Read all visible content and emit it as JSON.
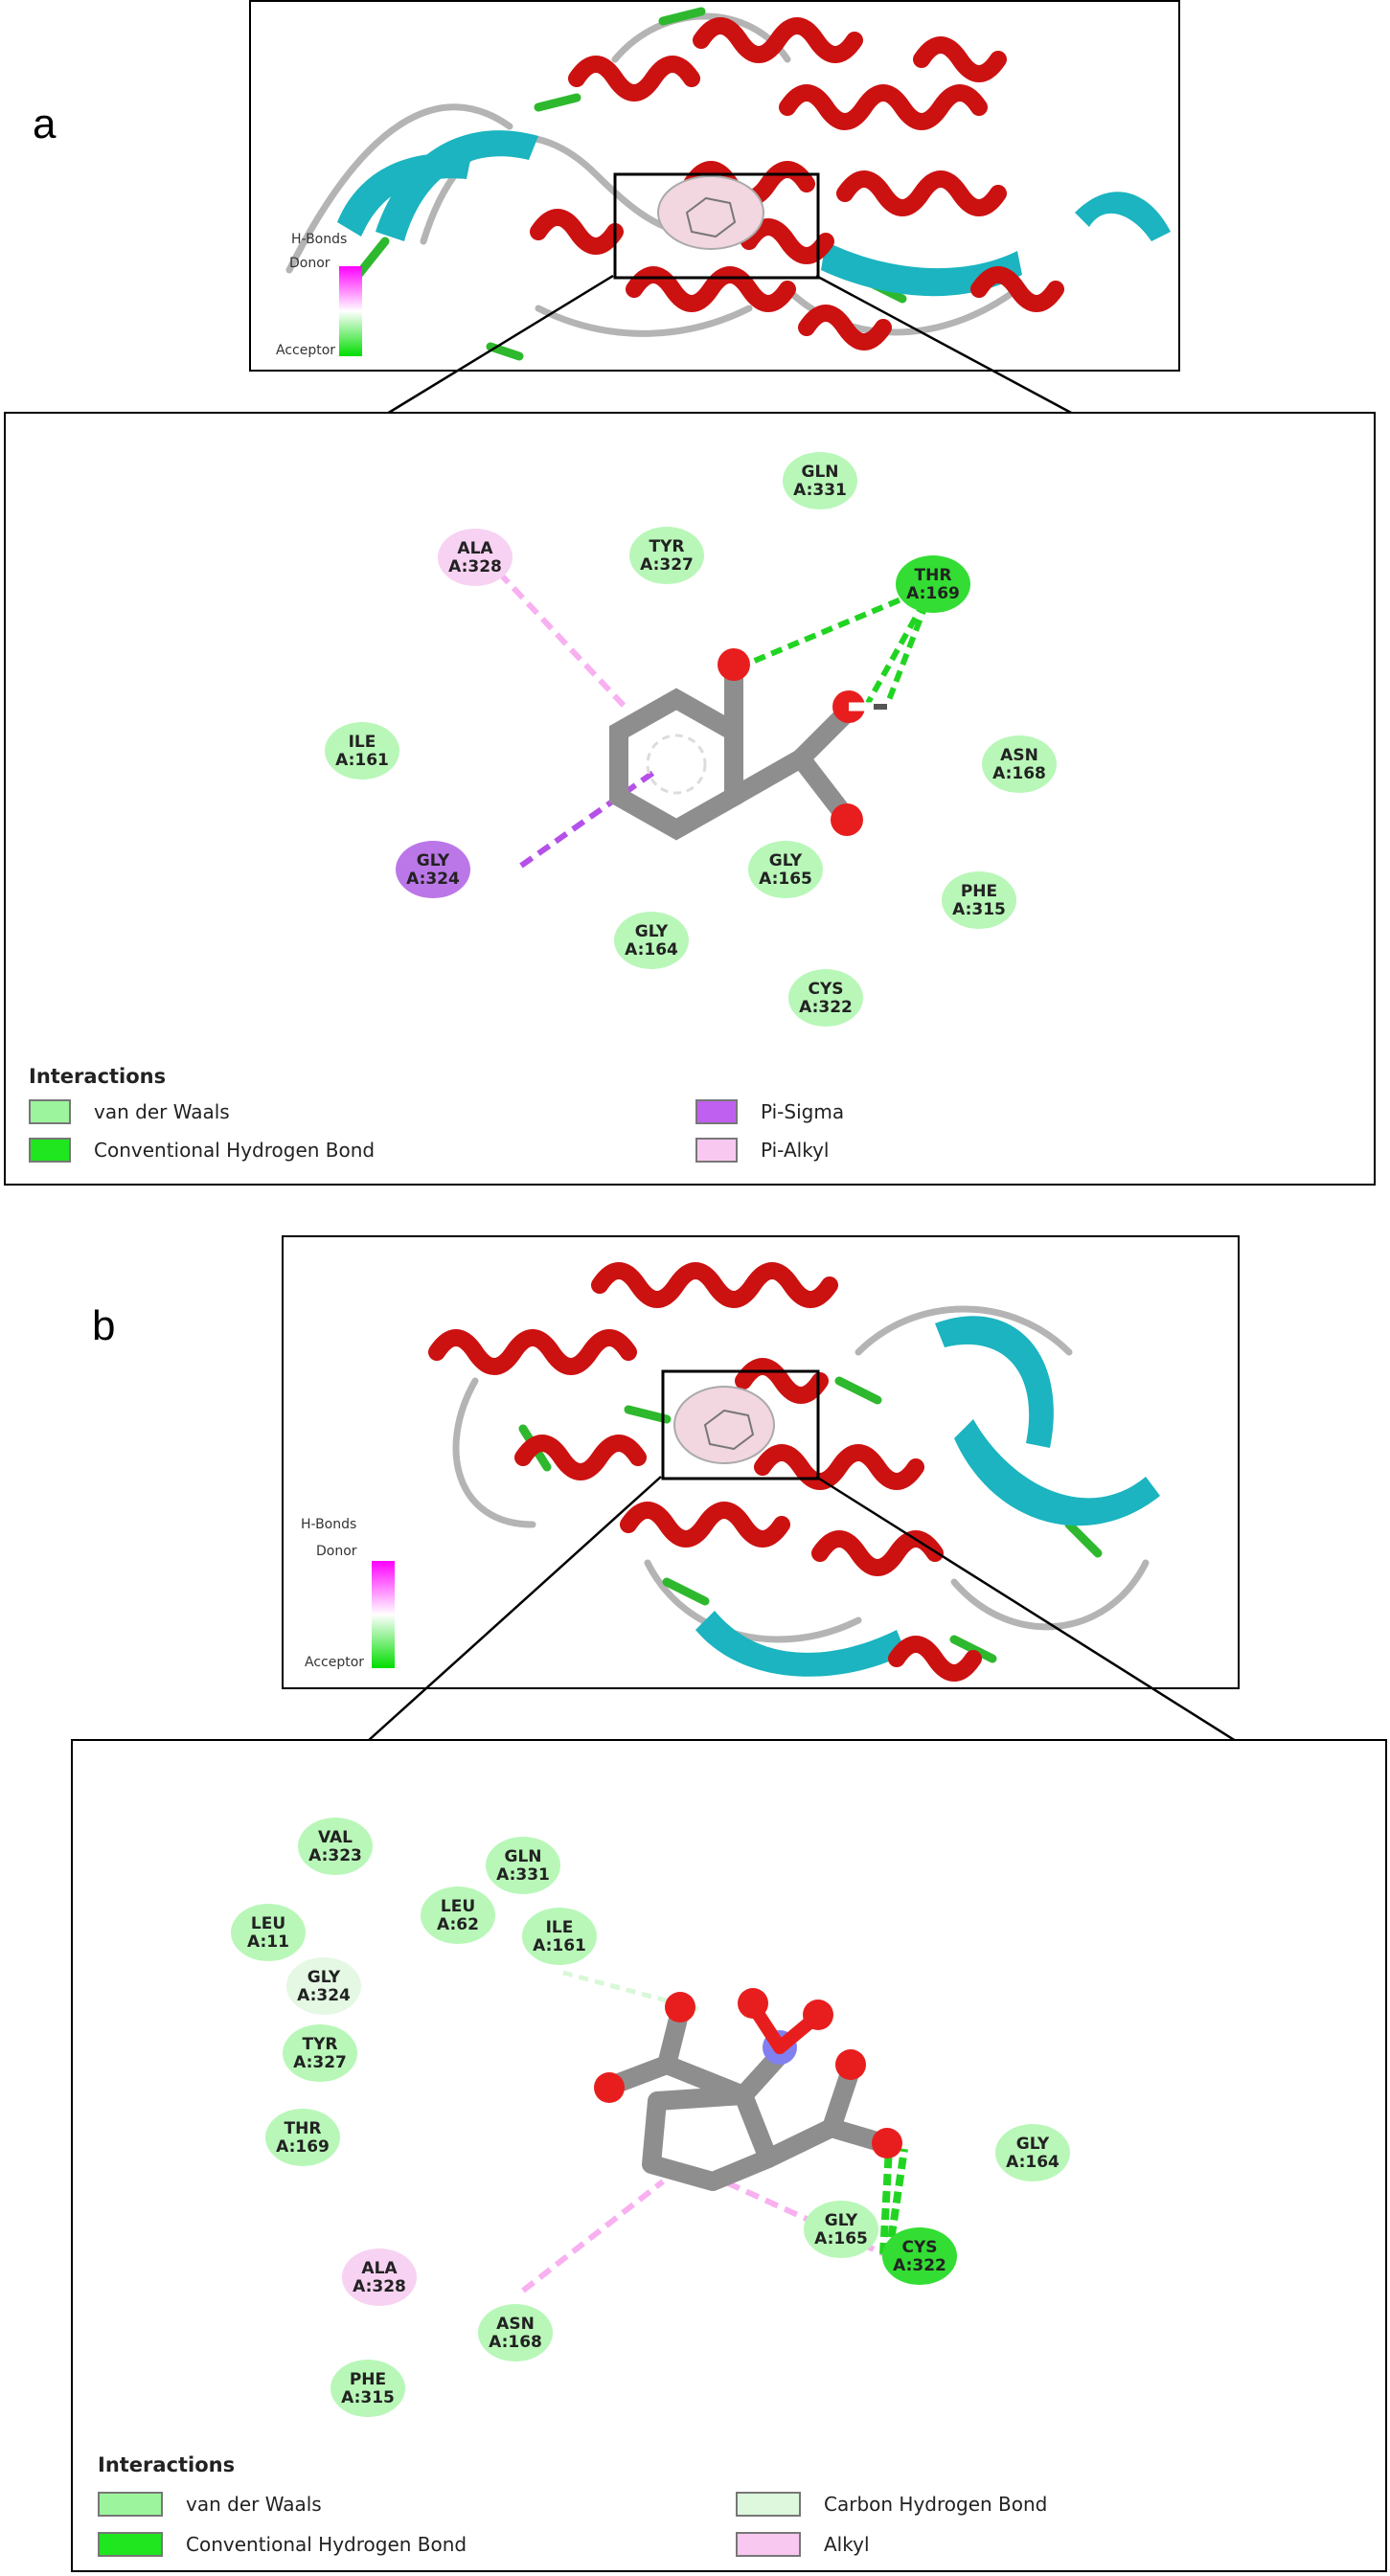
{
  "panels": [
    {
      "id": "a",
      "letter": "a",
      "hbonds": {
        "title": "H-Bonds",
        "donor": "Donor",
        "acceptor": "Acceptor"
      },
      "residues": [
        {
          "name": "GLN",
          "pos": "A:331",
          "type": "vdw"
        },
        {
          "name": "ALA",
          "pos": "A:328",
          "type": "pi-alkyl"
        },
        {
          "name": "TYR",
          "pos": "A:327",
          "type": "vdw"
        },
        {
          "name": "THR",
          "pos": "A:169",
          "type": "hbond"
        },
        {
          "name": "ILE",
          "pos": "A:161",
          "type": "vdw"
        },
        {
          "name": "ASN",
          "pos": "A:168",
          "type": "vdw"
        },
        {
          "name": "GLY",
          "pos": "A:324",
          "type": "pi-sigma"
        },
        {
          "name": "GLY",
          "pos": "A:165",
          "type": "vdw"
        },
        {
          "name": "PHE",
          "pos": "A:315",
          "type": "vdw"
        },
        {
          "name": "GLY",
          "pos": "A:164",
          "type": "vdw"
        },
        {
          "name": "CYS",
          "pos": "A:322",
          "type": "vdw"
        }
      ],
      "legend": {
        "title": "Interactions",
        "items": [
          {
            "label": "van der Waals",
            "color": "#9CF59C"
          },
          {
            "label": "Conventional Hydrogen Bond",
            "color": "#1FE61F"
          },
          {
            "label": "Pi-Sigma",
            "color": "#C060F0"
          },
          {
            "label": "Pi-Alkyl",
            "color": "#F8C8F0"
          }
        ]
      }
    },
    {
      "id": "b",
      "letter": "b",
      "hbonds": {
        "title": "H-Bonds",
        "donor": "Donor",
        "acceptor": "Acceptor"
      },
      "residues": [
        {
          "name": "VAL",
          "pos": "A:323",
          "type": "vdw"
        },
        {
          "name": "GLN",
          "pos": "A:331",
          "type": "vdw"
        },
        {
          "name": "LEU",
          "pos": "A:11",
          "type": "vdw"
        },
        {
          "name": "LEU",
          "pos": "A:62",
          "type": "vdw"
        },
        {
          "name": "ILE",
          "pos": "A:161",
          "type": "vdw"
        },
        {
          "name": "GLY",
          "pos": "A:324",
          "type": "carbon-hbond"
        },
        {
          "name": "TYR",
          "pos": "A:327",
          "type": "vdw"
        },
        {
          "name": "THR",
          "pos": "A:169",
          "type": "vdw"
        },
        {
          "name": "GLY",
          "pos": "A:164",
          "type": "vdw"
        },
        {
          "name": "GLY",
          "pos": "A:165",
          "type": "vdw"
        },
        {
          "name": "CYS",
          "pos": "A:322",
          "type": "hbond"
        },
        {
          "name": "ALA",
          "pos": "A:328",
          "type": "alkyl"
        },
        {
          "name": "ASN",
          "pos": "A:168",
          "type": "vdw"
        },
        {
          "name": "PHE",
          "pos": "A:315",
          "type": "vdw"
        }
      ],
      "legend": {
        "title": "Interactions",
        "items": [
          {
            "label": "van der Waals",
            "color": "#9CF59C"
          },
          {
            "label": "Conventional Hydrogen Bond",
            "color": "#1FE61F"
          },
          {
            "label": "Carbon Hydrogen Bond",
            "color": "#DDF8DD"
          },
          {
            "label": "Alkyl",
            "color": "#F8C8F0"
          }
        ]
      }
    }
  ],
  "colors": {
    "helix": "#CC1111",
    "sheet": "#1BB4C0",
    "turn": "#2EB82E",
    "coil": "#B4B4B4",
    "carbon": "#8E8E8E",
    "oxygen": "#E81E1E",
    "nitrogen": "#8080F0"
  }
}
